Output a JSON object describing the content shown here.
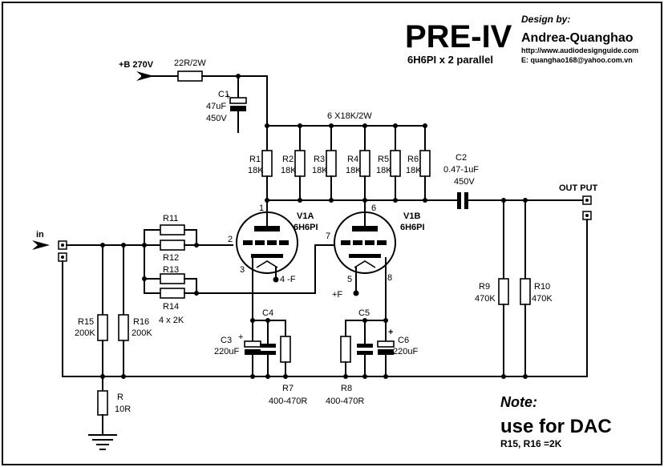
{
  "header": {
    "title": "PRE-IV",
    "subtitle": "6H6PI x 2  parallel",
    "design_by": "Design by:",
    "author": "Andrea-Quanghao",
    "website": "http://www.audiodesignguide.com",
    "email": "E: quanghao168@yahoo.com.vn"
  },
  "supply": {
    "label": "+B 270V",
    "resistor": "22R/2W"
  },
  "c1": {
    "name": "C1",
    "value": "47uF",
    "voltage": "450V"
  },
  "plate_bank": {
    "label": "6 X18K/2W",
    "resistors": [
      {
        "name": "R1",
        "value": "18K"
      },
      {
        "name": "R2",
        "value": "18K"
      },
      {
        "name": "R3",
        "value": "18K"
      },
      {
        "name": "R4",
        "value": "18K"
      },
      {
        "name": "R5",
        "value": "18K"
      },
      {
        "name": "R6",
        "value": "18K"
      }
    ]
  },
  "c2": {
    "name": "C2",
    "value": "0.47-1uF",
    "voltage": "450V"
  },
  "output": {
    "label": "OUT PUT"
  },
  "input": {
    "label": "in"
  },
  "tube_a": {
    "name": "V1A",
    "type": "6H6PI",
    "pins": [
      "1",
      "2",
      "3",
      "4 -F"
    ]
  },
  "tube_b": {
    "name": "V1B",
    "type": "6H6PI",
    "pins": [
      "6",
      "7",
      "5",
      "8"
    ],
    "filament": "+F"
  },
  "grid_resistors": {
    "names": [
      "R11",
      "R12",
      "R13",
      "R14"
    ],
    "value": "4 x 2K"
  },
  "r15": {
    "name": "R15",
    "value": "200K"
  },
  "r16": {
    "name": "R16",
    "value": "200K"
  },
  "r_ground": {
    "name": "R",
    "value": "10R"
  },
  "c3": {
    "name": "C3",
    "value": "220uF"
  },
  "c4": {
    "name": "C4"
  },
  "r7": {
    "name": "R7",
    "value": "400-470R"
  },
  "c5": {
    "name": "C5"
  },
  "c6": {
    "name": "C6",
    "value": "220uF"
  },
  "r8": {
    "name": "R8",
    "value": "400-470R"
  },
  "r9": {
    "name": "R9",
    "value": "470K"
  },
  "r10": {
    "name": "R10",
    "value": "470K"
  },
  "polarity": "+",
  "notes": {
    "heading": "Note:",
    "main": "use for DAC",
    "detail": "R15, R16 =2K"
  }
}
